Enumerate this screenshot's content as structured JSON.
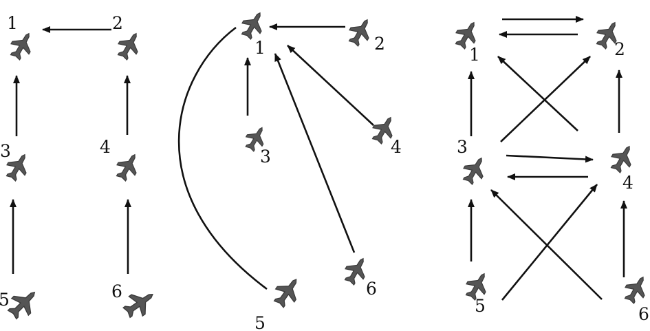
{
  "diagrams": [
    {
      "nodes": [
        {
          "id": "1",
          "label": "1"
        },
        {
          "id": "2",
          "label": "2"
        },
        {
          "id": "3",
          "label": "3"
        },
        {
          "id": "4",
          "label": "4"
        },
        {
          "id": "5",
          "label": "5"
        },
        {
          "id": "6",
          "label": "6"
        }
      ],
      "edges": [
        {
          "from": "2",
          "to": "1",
          "kind": "arrow"
        },
        {
          "from": "3",
          "to": "1",
          "kind": "arrow"
        },
        {
          "from": "4",
          "to": "2",
          "kind": "arrow"
        },
        {
          "from": "5",
          "to": "3",
          "kind": "arrow"
        },
        {
          "from": "6",
          "to": "4",
          "kind": "arrow"
        }
      ]
    },
    {
      "nodes": [
        {
          "id": "1",
          "label": "1"
        },
        {
          "id": "2",
          "label": "2"
        },
        {
          "id": "3",
          "label": "3"
        },
        {
          "id": "4",
          "label": "4"
        },
        {
          "id": "5",
          "label": "5"
        },
        {
          "id": "6",
          "label": "6"
        }
      ],
      "edges": [
        {
          "from": "2",
          "to": "1",
          "kind": "arrow"
        },
        {
          "from": "3",
          "to": "1",
          "kind": "arrow"
        },
        {
          "from": "4",
          "to": "1",
          "kind": "arrow"
        },
        {
          "from": "6",
          "to": "1",
          "kind": "arrow"
        },
        {
          "from": "5",
          "to": "1",
          "kind": "curve"
        }
      ]
    },
    {
      "nodes": [
        {
          "id": "1",
          "label": "1"
        },
        {
          "id": "2",
          "label": "2"
        },
        {
          "id": "3",
          "label": "3"
        },
        {
          "id": "4",
          "label": "4"
        },
        {
          "id": "5",
          "label": "5"
        },
        {
          "id": "6",
          "label": "6"
        }
      ],
      "edges": [
        {
          "from": "1",
          "to": "2",
          "kind": "arrow"
        },
        {
          "from": "2",
          "to": "1",
          "kind": "arrow"
        },
        {
          "from": "3",
          "to": "1",
          "kind": "arrow"
        },
        {
          "from": "3",
          "to": "2",
          "kind": "arrow"
        },
        {
          "from": "4",
          "to": "1",
          "kind": "arrow"
        },
        {
          "from": "4",
          "to": "2",
          "kind": "arrow"
        },
        {
          "from": "3",
          "to": "4",
          "kind": "arrow"
        },
        {
          "from": "4",
          "to": "3",
          "kind": "arrow"
        },
        {
          "from": "5",
          "to": "3",
          "kind": "arrow"
        },
        {
          "from": "5",
          "to": "4",
          "kind": "arrow"
        },
        {
          "from": "6",
          "to": "3",
          "kind": "arrow"
        },
        {
          "from": "6",
          "to": "4",
          "kind": "arrow"
        }
      ]
    }
  ],
  "colors": {
    "ink": "#111111",
    "aircraft": "#555555",
    "aircraft_dark": "#3a3a3a"
  },
  "icon": "aircraft-icon"
}
